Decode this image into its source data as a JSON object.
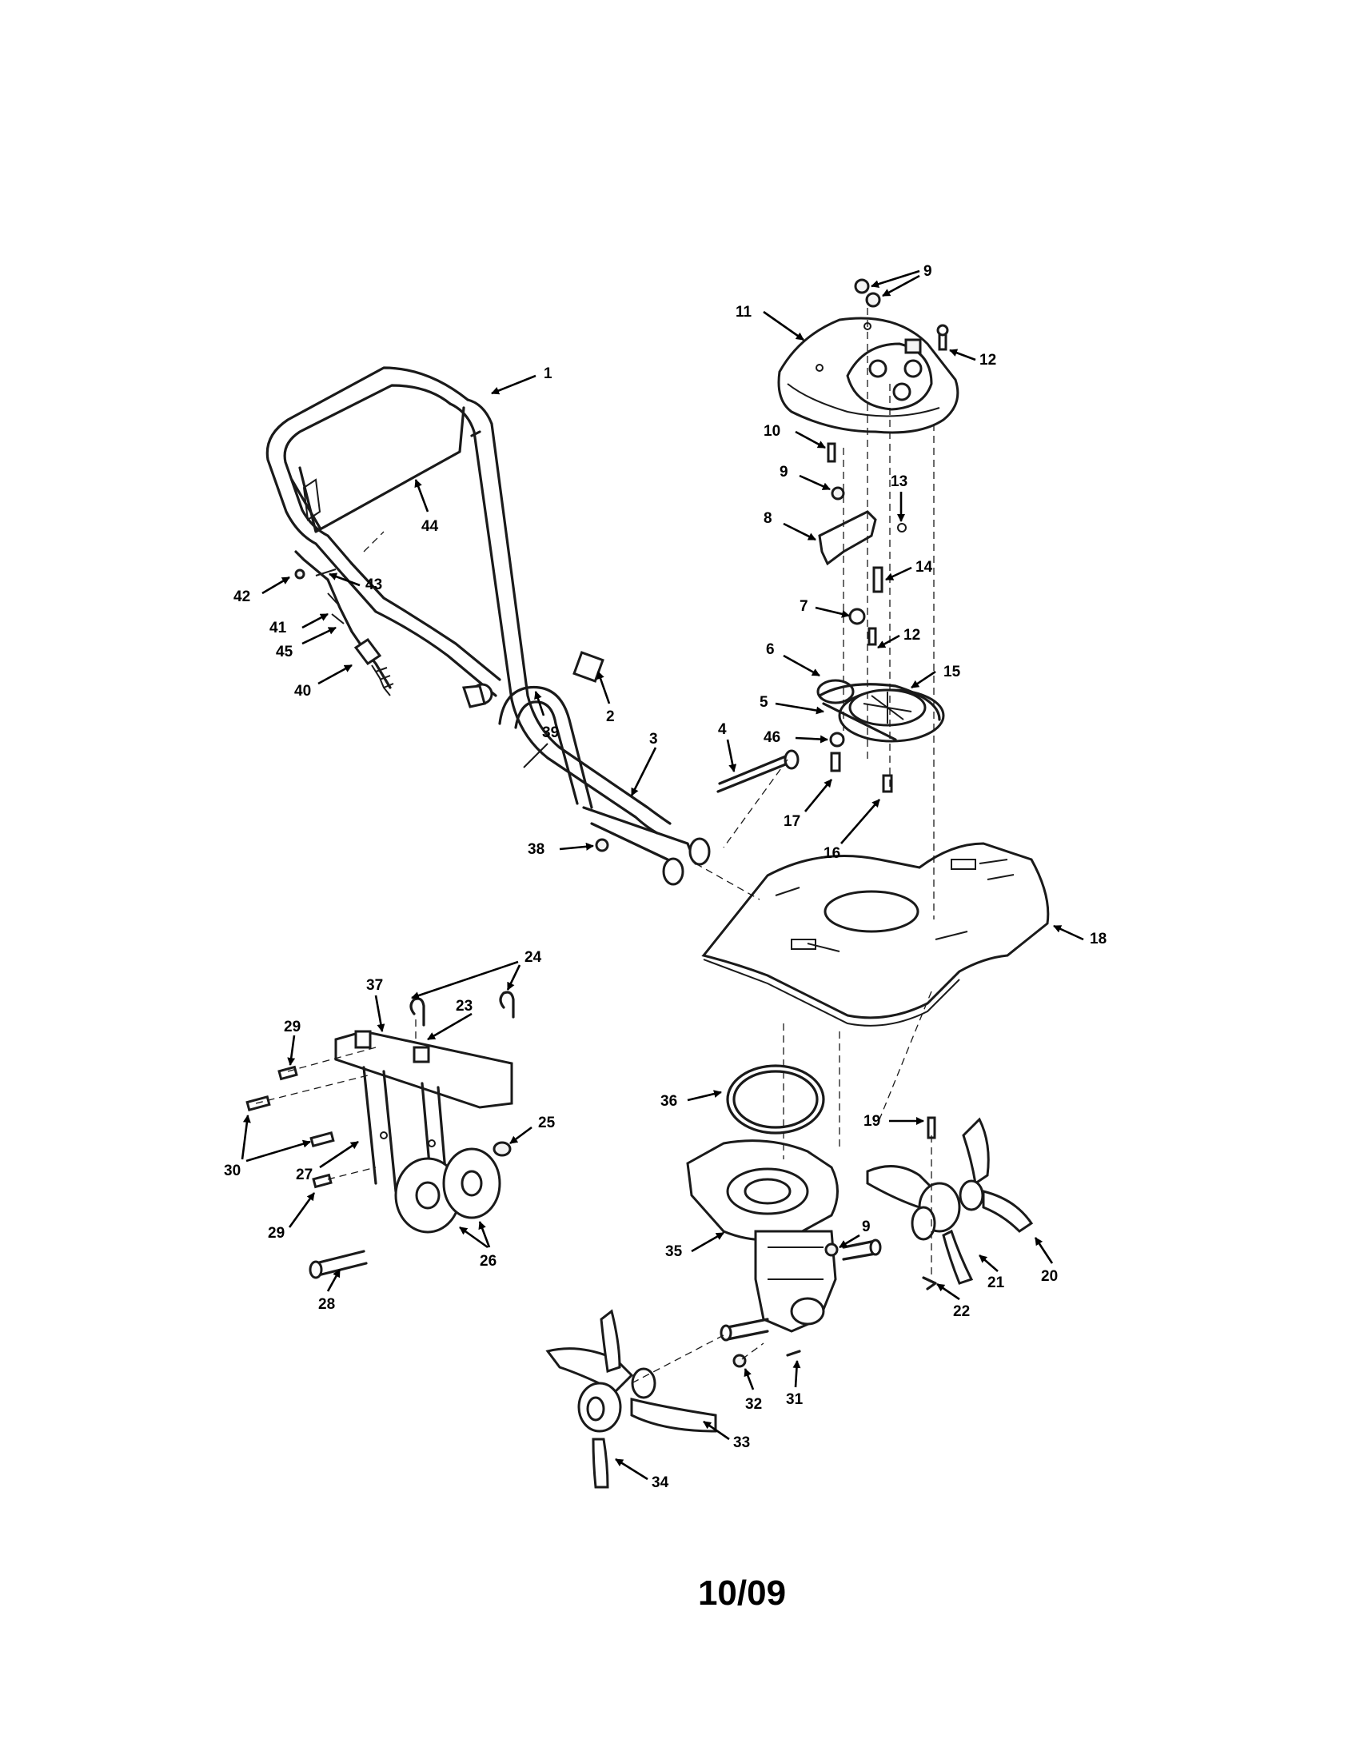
{
  "footer": {
    "code": "10/09"
  },
  "callouts": [
    {
      "id": "c1",
      "text": "1"
    },
    {
      "id": "c2",
      "text": "2"
    },
    {
      "id": "c3",
      "text": "3"
    },
    {
      "id": "c4",
      "text": "4"
    },
    {
      "id": "c5",
      "text": "5"
    },
    {
      "id": "c6",
      "text": "6"
    },
    {
      "id": "c7",
      "text": "7"
    },
    {
      "id": "c8",
      "text": "8"
    },
    {
      "id": "c9a",
      "text": "9"
    },
    {
      "id": "c9b",
      "text": "9"
    },
    {
      "id": "c9c",
      "text": "9"
    },
    {
      "id": "c10",
      "text": "10"
    },
    {
      "id": "c11",
      "text": "11"
    },
    {
      "id": "c12a",
      "text": "12"
    },
    {
      "id": "c12b",
      "text": "12"
    },
    {
      "id": "c13",
      "text": "13"
    },
    {
      "id": "c14",
      "text": "14"
    },
    {
      "id": "c15",
      "text": "15"
    },
    {
      "id": "c16",
      "text": "16"
    },
    {
      "id": "c17",
      "text": "17"
    },
    {
      "id": "c18",
      "text": "18"
    },
    {
      "id": "c19",
      "text": "19"
    },
    {
      "id": "c20",
      "text": "20"
    },
    {
      "id": "c21",
      "text": "21"
    },
    {
      "id": "c22",
      "text": "22"
    },
    {
      "id": "c23",
      "text": "23"
    },
    {
      "id": "c24",
      "text": "24"
    },
    {
      "id": "c25",
      "text": "25"
    },
    {
      "id": "c26",
      "text": "26"
    },
    {
      "id": "c27",
      "text": "27"
    },
    {
      "id": "c28",
      "text": "28"
    },
    {
      "id": "c29a",
      "text": "29"
    },
    {
      "id": "c29b",
      "text": "29"
    },
    {
      "id": "c30",
      "text": "30"
    },
    {
      "id": "c31",
      "text": "31"
    },
    {
      "id": "c32",
      "text": "32"
    },
    {
      "id": "c33",
      "text": "33"
    },
    {
      "id": "c34",
      "text": "34"
    },
    {
      "id": "c35",
      "text": "35"
    },
    {
      "id": "c36",
      "text": "36"
    },
    {
      "id": "c37",
      "text": "37"
    },
    {
      "id": "c38",
      "text": "38"
    },
    {
      "id": "c39",
      "text": "39"
    },
    {
      "id": "c40",
      "text": "40"
    },
    {
      "id": "c41",
      "text": "41"
    },
    {
      "id": "c42",
      "text": "42"
    },
    {
      "id": "c43",
      "text": "43"
    },
    {
      "id": "c44",
      "text": "44"
    },
    {
      "id": "c45",
      "text": "45"
    },
    {
      "id": "c46",
      "text": "46"
    }
  ]
}
